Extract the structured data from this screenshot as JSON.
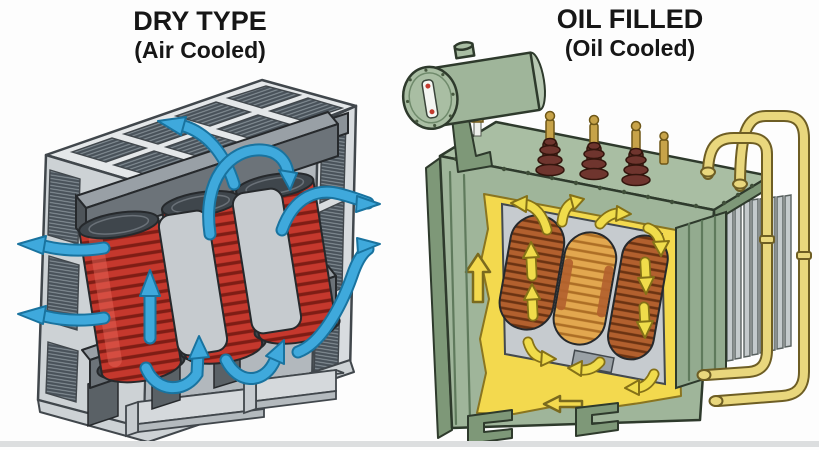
{
  "figure": {
    "left": {
      "title": "DRY TYPE",
      "subtitle": "(Air Cooled)"
    },
    "right": {
      "title": "OIL FILLED",
      "subtitle": "(Oil Cooled)"
    }
  },
  "colors": {
    "background": "#fdfdfd",
    "text": "#161616",
    "air-arrow": "#3fa9dc",
    "air-arrow-outline": "#19739f",
    "enclosure-light": "#e4e7e9",
    "enclosure-mid": "#cdd2d5",
    "enclosure-inner": "#b2b8bd",
    "outline-grey": "#41474c",
    "outline-dark": "#26292c",
    "vent-dark": "#49525a",
    "vent-line": "#8a949b",
    "yoke-front": "#6c7379",
    "yoke-top": "#99a0a6",
    "coil-red": "#c5382d",
    "coil-red-stripe": "#7f1d15",
    "coil-cap": "#3f464c",
    "core-grey": "#c6cbcf",
    "tank-green": "#9fb59a",
    "tank-green-dark": "#7e9878",
    "lid-green": "#a9bea3",
    "outline-green": "#2e3a2c",
    "radiator-green": "#93ab8f",
    "radiator-grey": "#c4cacc",
    "oil-yellow": "#f3d94e",
    "oil-arrow": "#f0dc4b",
    "oil-arrow-outline": "#857117",
    "copper": "#b2602e",
    "copper-stripe": "#6b3312",
    "copper-center": "#e2a74f",
    "copper-center-stripe": "#ad6e25",
    "bushing-maroon": "#6f352e",
    "brass": "#c7a349",
    "pipe-yellow": "#e9d77d",
    "pipe-outline": "#6e5e24",
    "bottom-strip": "#dcdedf"
  },
  "diagram": {
    "type": "technical-illustration",
    "subject": "Electrical transformer cooling methods comparison",
    "panels": [
      {
        "name": "dry-type-transformer",
        "coolant": "air",
        "flow_indicator": "blue arrows",
        "components": [
          "ventilated steel enclosure",
          "top vent grilles",
          "side louver vents",
          "core clamp beam",
          "top yoke",
          "bottom yoke",
          "three red windings",
          "core limbs",
          "support plates",
          "channel base beams",
          "air circulation arrows"
        ]
      },
      {
        "name": "oil-filled-transformer",
        "coolant": "oil",
        "flow_indicator": "yellow arrows",
        "components": [
          "steel tank",
          "bolted tank lid",
          "conservator tank",
          "oil level sight gauge",
          "filler cap",
          "three HV bushings",
          "terminal stud",
          "oil cutaway view",
          "core frame",
          "three copper windings",
          "nameplate",
          "radiator fins",
          "radiator panel",
          "oil circulation pipes",
          "channel base beams",
          "oil circulation arrows"
        ]
      }
    ]
  }
}
